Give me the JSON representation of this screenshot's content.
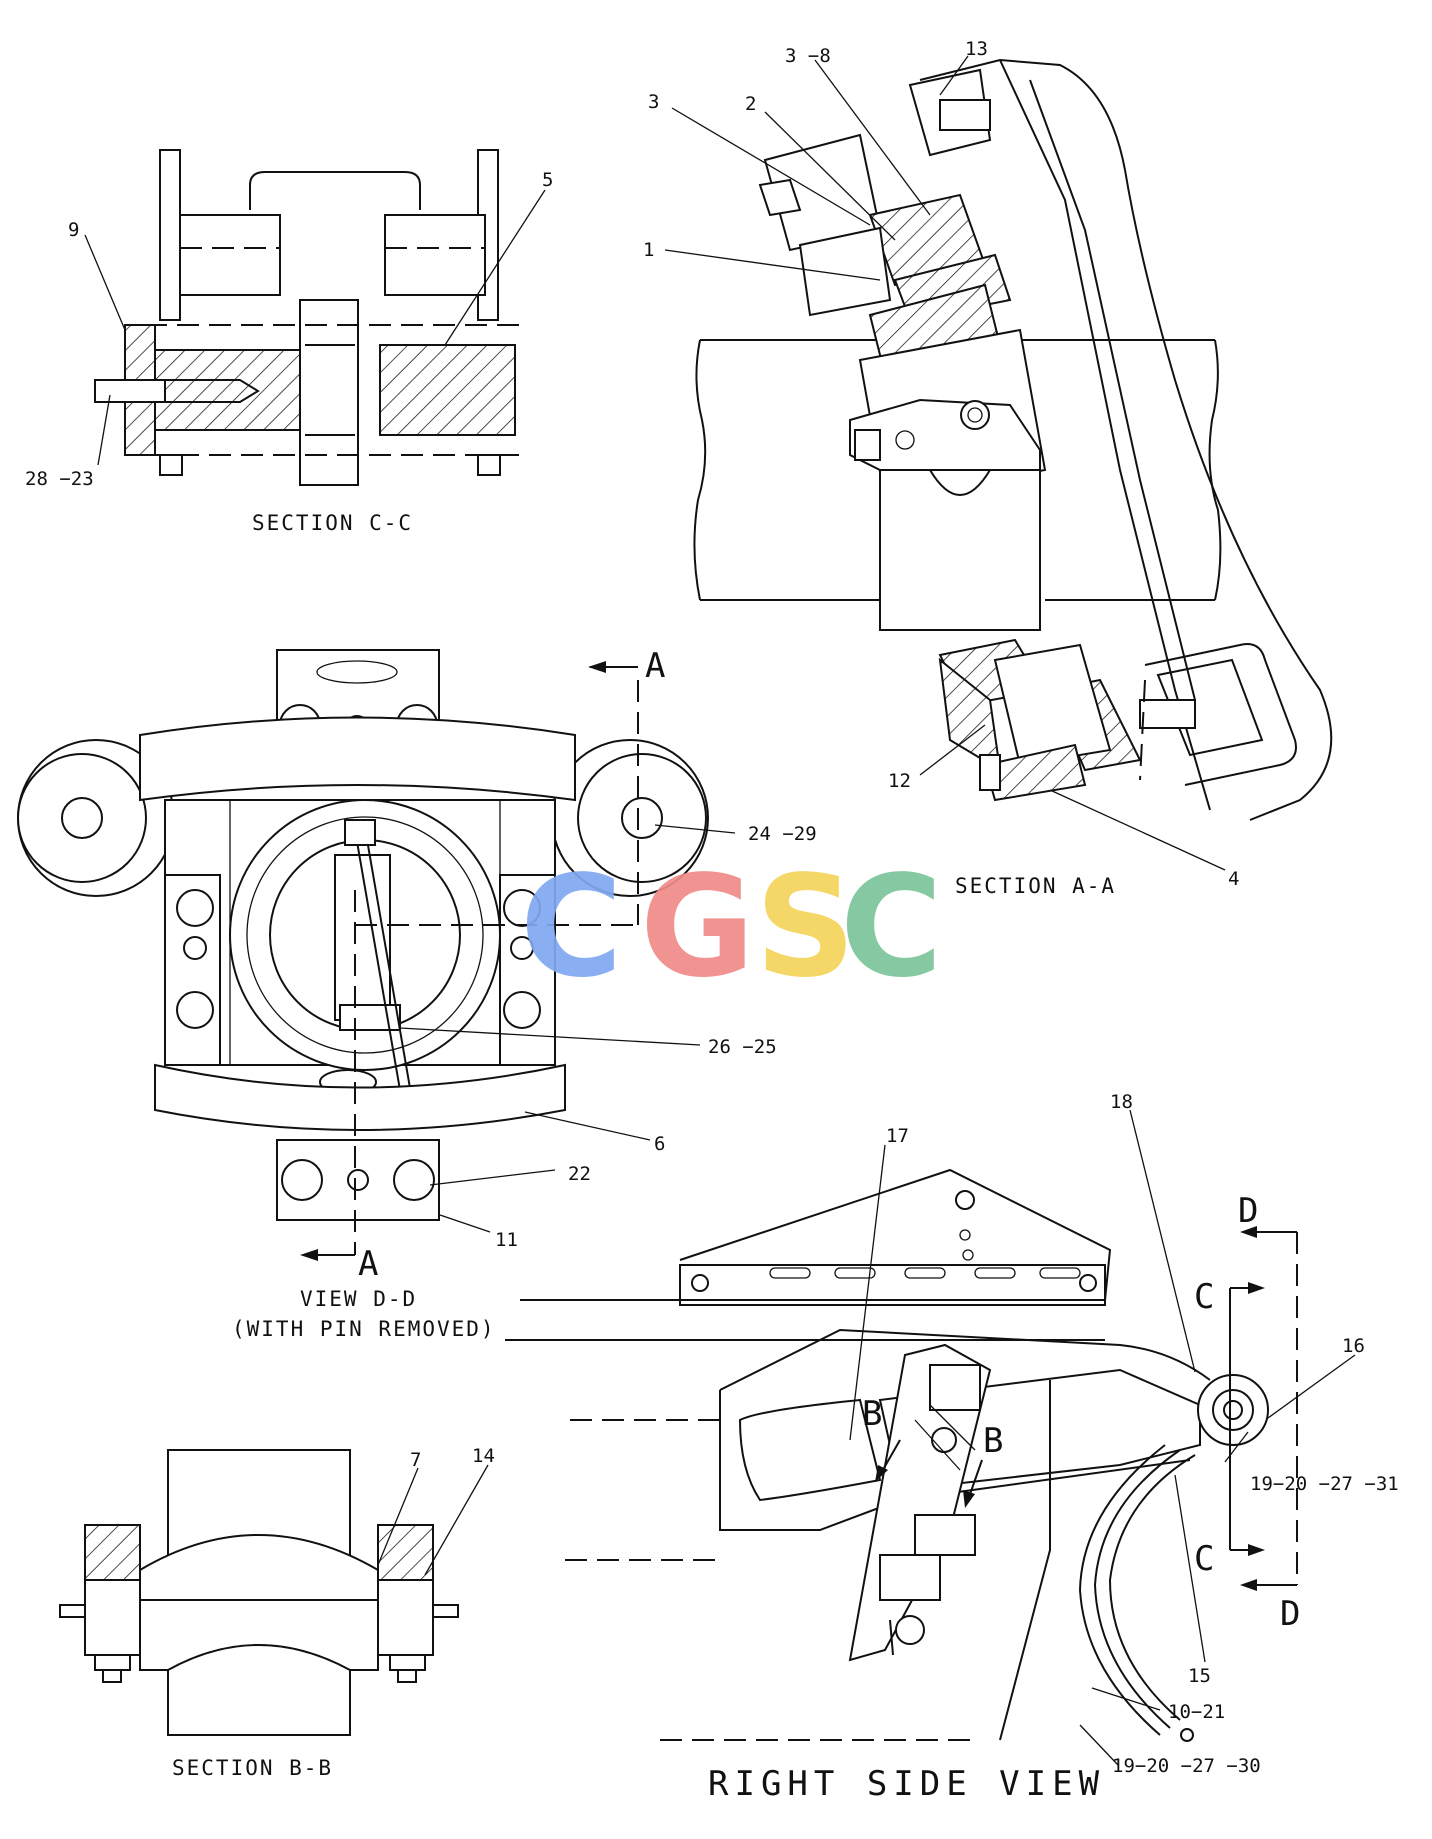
{
  "views": {
    "section_cc": {
      "title": "SECTION C-C",
      "callouts": [
        "9",
        "5",
        "28 −23"
      ]
    },
    "section_aa": {
      "title": "SECTION A-A",
      "callouts": [
        "3 −8",
        "13",
        "3",
        "2",
        "1",
        "12",
        "4"
      ]
    },
    "view_dd": {
      "title": "VIEW D-D",
      "subtitle": "(WITH PIN REMOVED)",
      "cut_letter": "A",
      "callouts": [
        "24 −29",
        "26 −25",
        "6",
        "22",
        "11"
      ]
    },
    "section_bb": {
      "title": "SECTION B-B",
      "callouts": [
        "7",
        "14"
      ]
    },
    "right_side": {
      "title": "RIGHT  SIDE  VIEW",
      "cut_letters": {
        "b": "B",
        "c": "C",
        "d": "D"
      },
      "callouts": [
        "17",
        "18",
        "16",
        "19−20 −27 −31",
        "15",
        "10−21",
        "19−20 −27 −30"
      ]
    }
  },
  "watermark": {
    "letters": [
      "C",
      "G",
      "S",
      "C"
    ],
    "colors": [
      "#7fa8f0",
      "#f08c88",
      "#f5d45c",
      "#7cc49a"
    ]
  }
}
